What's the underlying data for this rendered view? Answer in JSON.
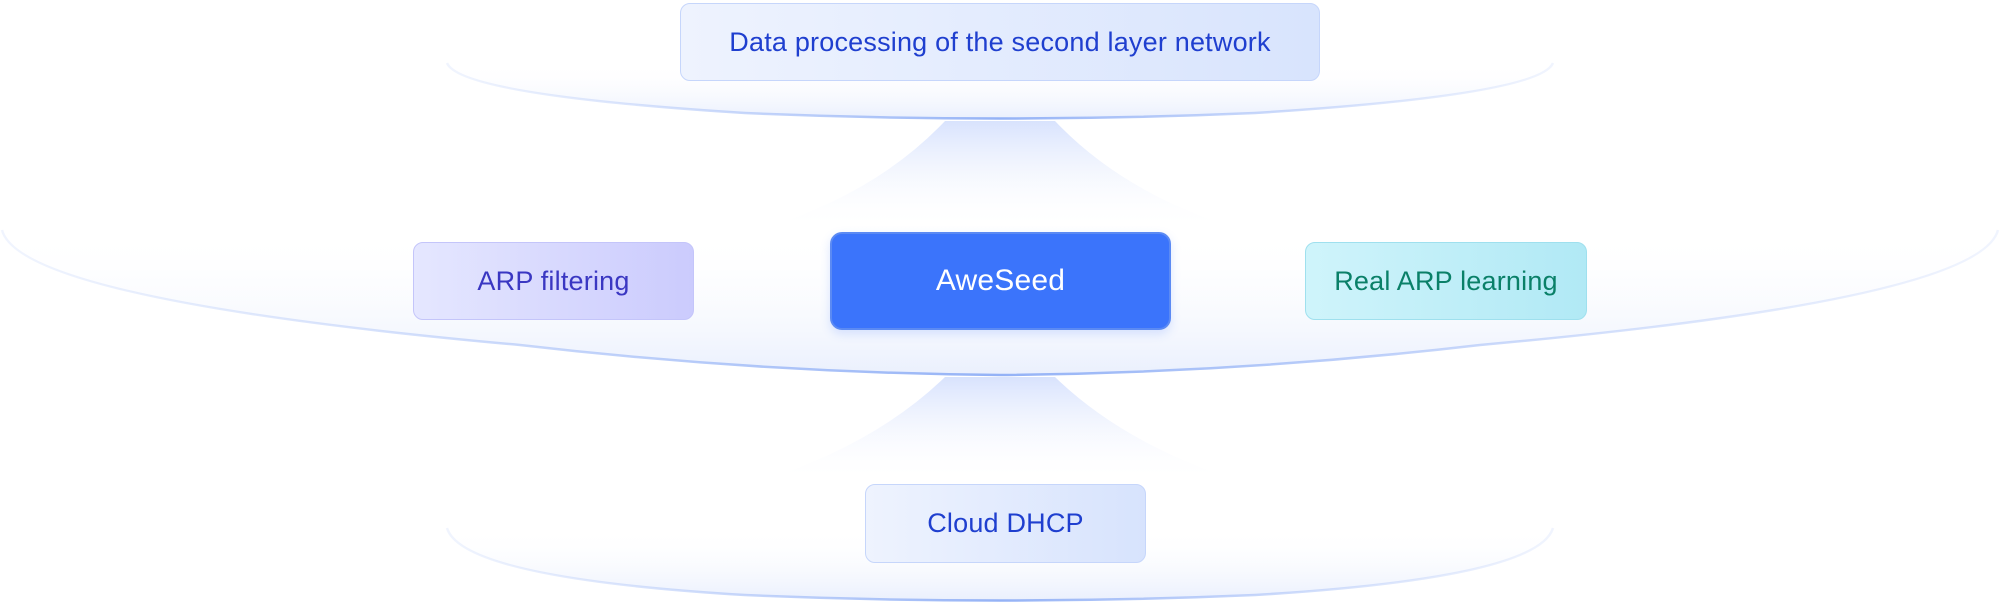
{
  "nodes": {
    "top": "Data processing of the second layer network",
    "left": "ARP filtering",
    "center": "AweSeed",
    "right": "Real ARP learning",
    "bottom": "Cloud DHCP"
  },
  "colors": {
    "center_fill": "#3b74fb",
    "disc_edge": "#9db8f6",
    "connector_fill": "#dde6fd",
    "left_text": "#3a37c2",
    "right_text": "#0a8068",
    "blue_text": "#1f3fcf"
  }
}
